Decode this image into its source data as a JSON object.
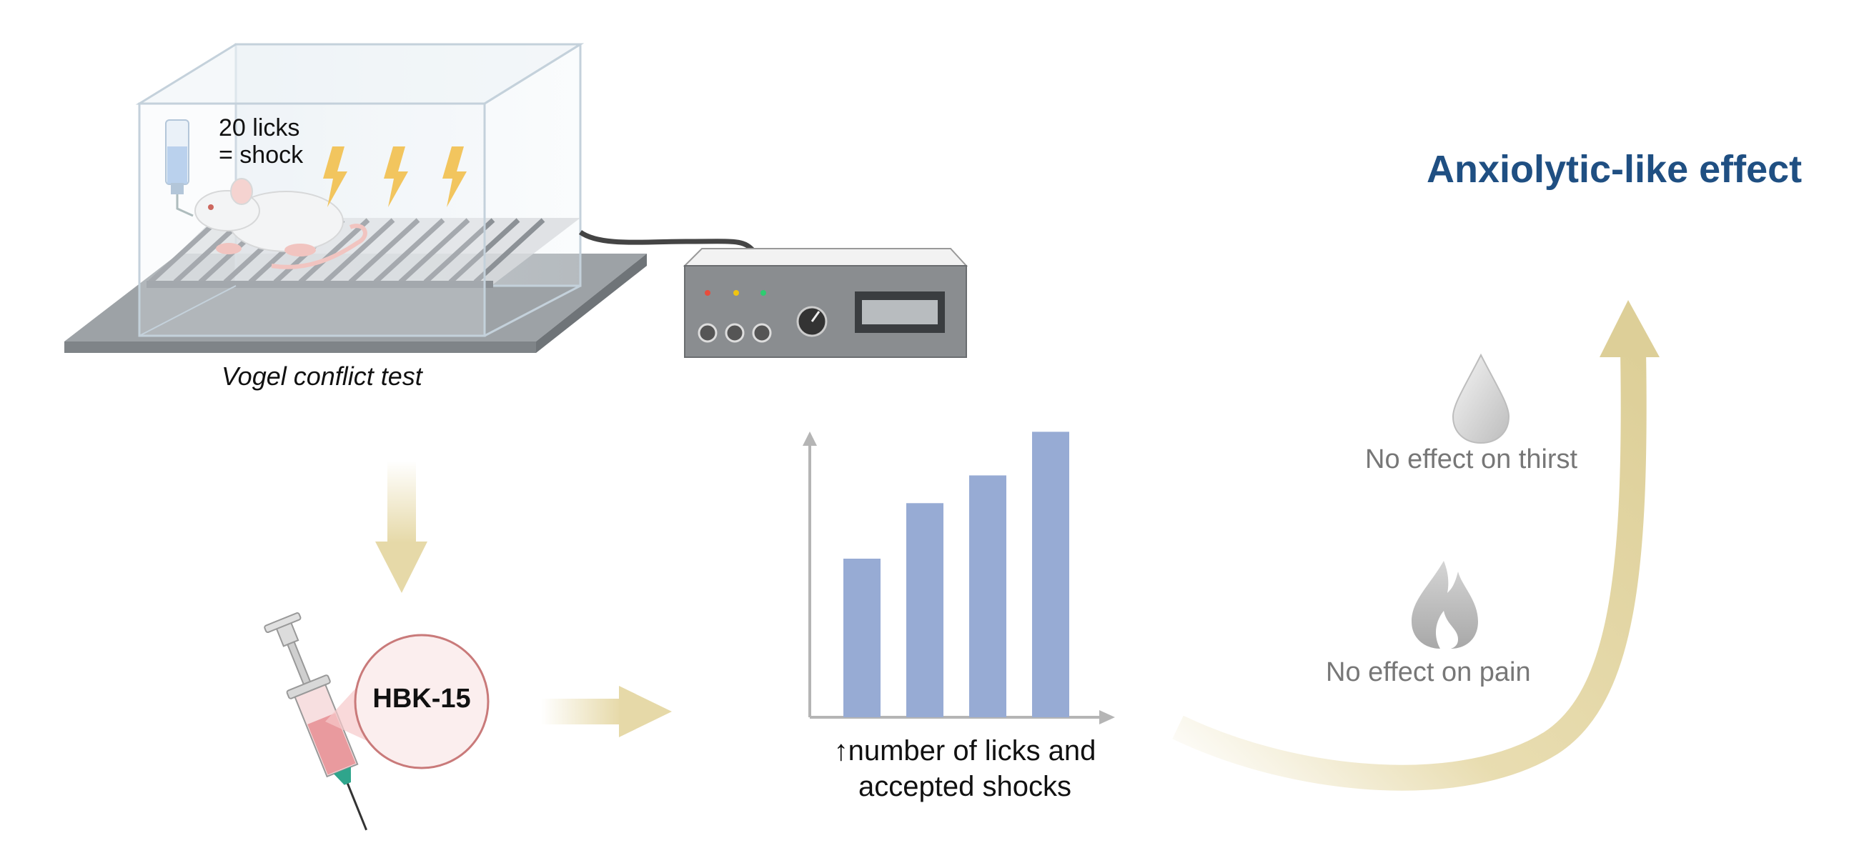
{
  "lick_rule": "20 licks\n= shock",
  "test_name": "Vogel conflict test",
  "compound": "HBK-15",
  "effect_title": "Anxiolytic-like effect",
  "no_thirst": "No effect on thirst",
  "no_pain": "No effect on pain",
  "chart_caption_arrow": "↑",
  "chart_caption": "number of licks and accepted shocks",
  "colors": {
    "title": "#1f4f82",
    "arrow": "#e6d9a8",
    "bar": "#97abd4",
    "syringe_fluid": "#e99a9e",
    "lightning": "#f3b62b"
  },
  "chart_data": {
    "type": "bar",
    "categories": [
      "",
      "",
      "",
      ""
    ],
    "values": [
      2.0,
      2.7,
      3.05,
      3.6
    ],
    "ylim": [
      0,
      4
    ],
    "xlabel": "",
    "ylabel": "",
    "grid": false
  }
}
